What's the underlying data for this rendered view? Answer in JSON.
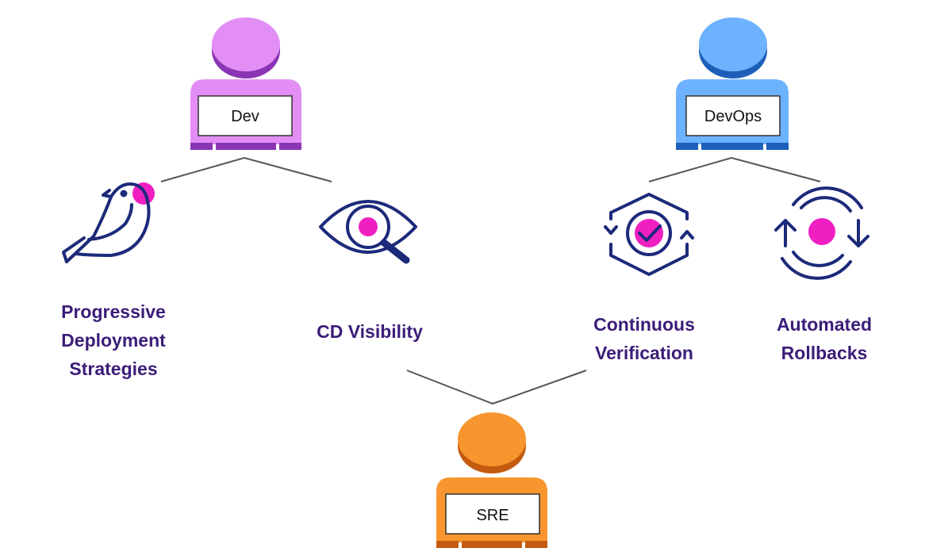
{
  "colors": {
    "dev_light": "#e28ef5",
    "dev_dark": "#8a35b5",
    "devops_light": "#6cb2ff",
    "devops_dark": "#1d5fb8",
    "sre_light": "#f7952f",
    "sre_dark": "#c55b10",
    "icon_stroke": "#1c2a7a",
    "icon_accent": "#f01fc2",
    "label_text": "#3b1d78",
    "connector": "#555555"
  },
  "roles": {
    "dev": {
      "label": "Dev"
    },
    "devops": {
      "label": "DevOps"
    },
    "sre": {
      "label": "SRE"
    }
  },
  "features": {
    "progressive": {
      "icon": "bird-icon",
      "lines": [
        "Progressive",
        "Deployment",
        "Strategies"
      ]
    },
    "visibility": {
      "icon": "eye-search-icon",
      "lines": [
        "CD Visibility"
      ]
    },
    "verification": {
      "icon": "hexagon-check-icon",
      "lines": [
        "Continuous",
        "Verification"
      ]
    },
    "rollbacks": {
      "icon": "rollback-arrows-icon",
      "lines": [
        "Automated",
        "Rollbacks"
      ]
    }
  }
}
